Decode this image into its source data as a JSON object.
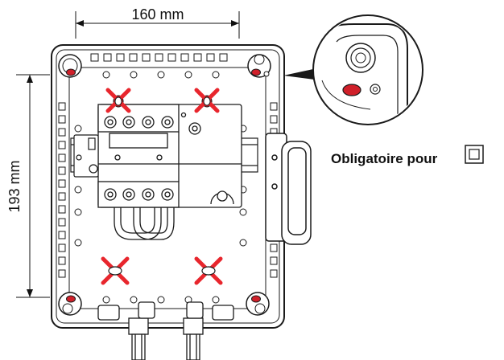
{
  "dimensions": {
    "width_label": "160 mm",
    "height_label": "193 mm"
  },
  "note": {
    "text": "Obligatoire pour",
    "icon": "double-insulation-square-icon"
  },
  "colors": {
    "seal_red": "#d0202a",
    "forbidden_cross": "#e8262d",
    "outline": "#1a1a1a",
    "housing": "#ffffff"
  },
  "mounting_holes": {
    "required": [
      "top-left",
      "top-right",
      "bottom-left",
      "bottom-right"
    ],
    "forbidden": [
      "inner-top-left",
      "inner-top-right",
      "inner-bottom-left",
      "inner-bottom-right"
    ]
  }
}
